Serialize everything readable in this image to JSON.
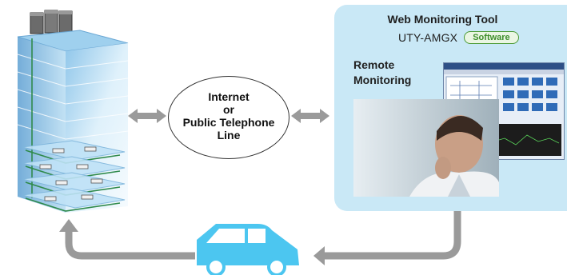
{
  "network": {
    "lines": [
      "Internet",
      "or",
      "Public Telephone",
      "Line"
    ]
  },
  "monitoring": {
    "title": "Web Monitoring Tool",
    "model": "UTY-AMGX",
    "badge": "Software",
    "remote_label": [
      "Remote",
      "Monitoring"
    ]
  },
  "colors": {
    "panel": "#c9e8f6",
    "arrow": "#9a9a9a",
    "van": "#4cc6f0",
    "badge_green": "#4a9a34"
  },
  "icons": [
    "building-icon",
    "double-arrow-icon",
    "van-icon",
    "return-arrow-icon"
  ]
}
